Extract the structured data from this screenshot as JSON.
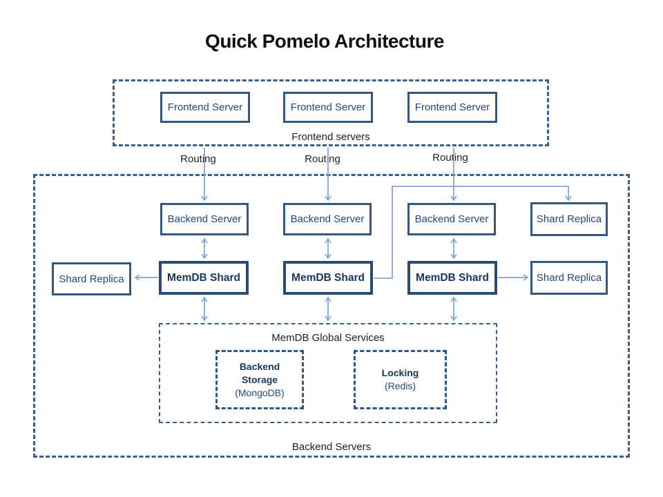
{
  "title": "Quick Pomelo Architecture",
  "colors": {
    "solid_border": "#2F5687",
    "memdb_border": "#294C77",
    "dashed_border": "#36618F",
    "node_text": "#1F497D",
    "bold_text": "#17365D",
    "label_text": "#1F1F1F",
    "arrow": "#7FA5D6"
  },
  "frontend_group": {
    "label": "Frontend servers",
    "servers": [
      {
        "label": "Frontend Server"
      },
      {
        "label": "Frontend Server"
      },
      {
        "label": "Frontend Server"
      }
    ]
  },
  "routing_labels": [
    "Routing",
    "Routing",
    "Routing"
  ],
  "backend_group": {
    "label": "Backend Servers",
    "backend_servers": [
      {
        "label": "Backend Server"
      },
      {
        "label": "Backend Server"
      },
      {
        "label": "Backend Server"
      }
    ],
    "memdb_shards": [
      {
        "label": "MemDB Shard"
      },
      {
        "label": "MemDB Shard"
      },
      {
        "label": "MemDB Shard"
      }
    ],
    "shard_replicas": {
      "left": {
        "label": "Shard Replica"
      },
      "top_right": {
        "label": "Shard Replica"
      },
      "bottom_right": {
        "label": "Shard Replica"
      }
    },
    "global_services": {
      "label": "MemDB Global Services",
      "backend_storage": {
        "lines": [
          "Backend",
          "Storage",
          "(MongoDB)"
        ]
      },
      "locking": {
        "lines": [
          "Locking",
          "(Redis)"
        ]
      }
    }
  }
}
